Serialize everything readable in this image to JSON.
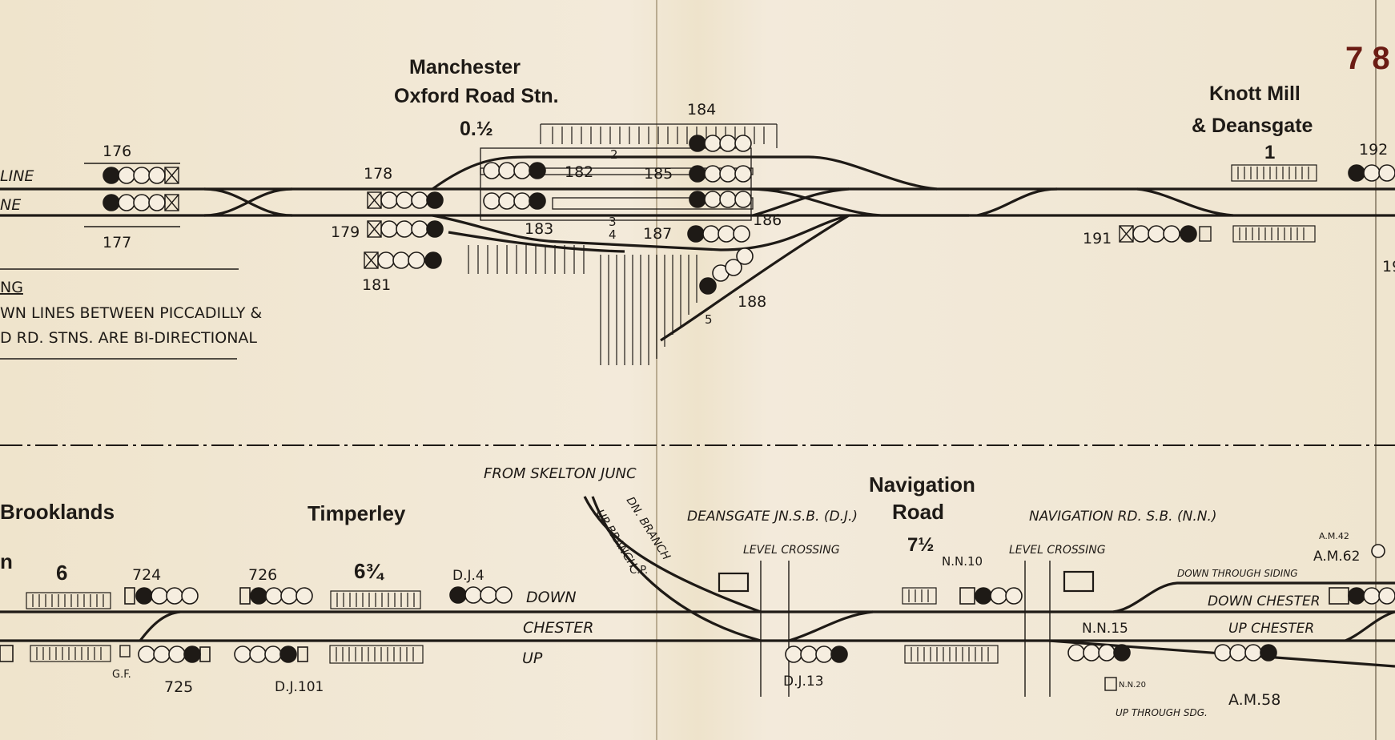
{
  "page_number": "7 8",
  "upper": {
    "stations": [
      {
        "line1": "Manchester",
        "line2": "Oxford Road Stn.",
        "mileage": "0.½"
      },
      {
        "line1": "Knott Mill",
        "line2": "& Deansgate",
        "mileage": "1"
      }
    ],
    "line_labels": [
      "LINE",
      "NE"
    ],
    "note_heading": "NG",
    "note_lines": [
      "WN LINES BETWEEN PICCADILLY &",
      "D RD. STNS. ARE BI-DIRECTIONAL"
    ],
    "signals": [
      "176",
      "177",
      "178",
      "179",
      "181",
      "182",
      "183",
      "184",
      "185",
      "186",
      "187",
      "188",
      "191",
      "192",
      "19"
    ],
    "platforms": [
      "1",
      "2",
      "3",
      "4",
      "5"
    ]
  },
  "lower": {
    "stations": [
      {
        "name": "Brooklands",
        "mileage": "6"
      },
      {
        "name": "Timperley",
        "mileage": "6¾"
      },
      {
        "line1": "Navigation",
        "line2": "Road",
        "mileage": "7½"
      }
    ],
    "left_fragment": "n",
    "signals": [
      "724",
      "725",
      "726",
      "D.J.4",
      "D.J.101",
      "D.J.13",
      "N.N.10",
      "N.N.15",
      "N.N.20",
      "A.M.42",
      "A.M.62",
      "A.M.58",
      "G.F.",
      "C.P."
    ],
    "line_labels": [
      "DOWN",
      "CHESTER",
      "UP"
    ],
    "labels": {
      "from_skelton": "FROM SKELTON JUNC",
      "dn_branch": "DN. BRANCH",
      "up_branch": "UP BRANCH",
      "deansgate_box": "DEANSGATE JN.S.B. (D.J.)",
      "navigation_box": "NAVIGATION RD. S.B. (N.N.)",
      "level_crossing_1": "LEVEL CROSSING",
      "level_crossing_2": "LEVEL CROSSING",
      "down_through_siding": "DOWN THROUGH SIDING",
      "down_chester": "DOWN CHESTER",
      "up_chester": "UP CHESTER",
      "up_through_sdg": "UP THROUGH SDG."
    }
  }
}
